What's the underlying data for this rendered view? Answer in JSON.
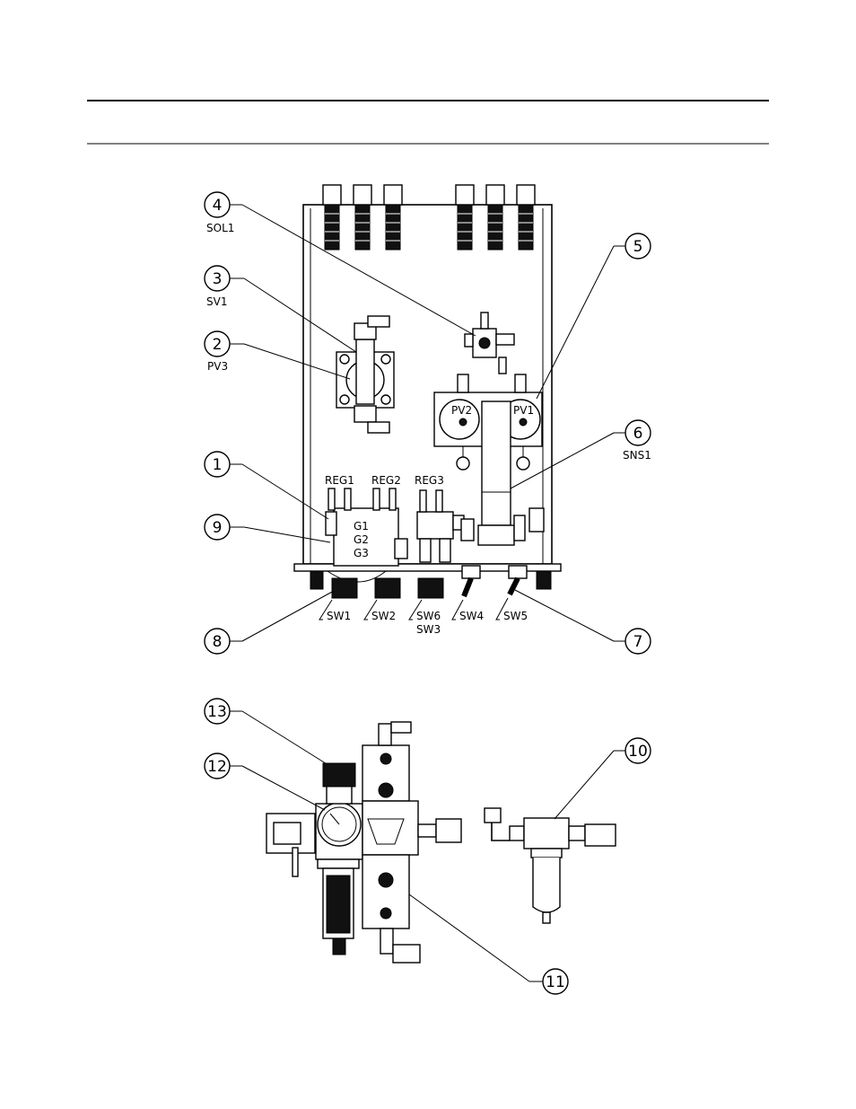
{
  "callouts": [
    {
      "id": "c4",
      "number": "4",
      "sub": "SOL1"
    },
    {
      "id": "c3",
      "number": "3",
      "sub": "SV1"
    },
    {
      "id": "c2",
      "number": "2",
      "sub": "PV3"
    },
    {
      "id": "c1",
      "number": "1",
      "sub": ""
    },
    {
      "id": "c9",
      "number": "9",
      "sub": ""
    },
    {
      "id": "c8",
      "number": "8",
      "sub": ""
    },
    {
      "id": "c5",
      "number": "5",
      "sub": ""
    },
    {
      "id": "c6",
      "number": "6",
      "sub": "SNS1"
    },
    {
      "id": "c7",
      "number": "7",
      "sub": ""
    },
    {
      "id": "c13",
      "number": "13",
      "sub": ""
    },
    {
      "id": "c12",
      "number": "12",
      "sub": ""
    },
    {
      "id": "c10",
      "number": "10",
      "sub": ""
    },
    {
      "id": "c11",
      "number": "11",
      "sub": ""
    }
  ],
  "part_labels": {
    "reg1": "REG1",
    "reg2": "REG2",
    "reg3": "REG3",
    "g1": "G1",
    "g2": "G2",
    "g3": "G3",
    "pv1": "PV1",
    "pv2": "PV2",
    "sw1": "SW1",
    "sw2": "SW2",
    "sw6": "SW6",
    "sw3": "SW3",
    "sw4": "SW4",
    "sw5": "SW5"
  }
}
